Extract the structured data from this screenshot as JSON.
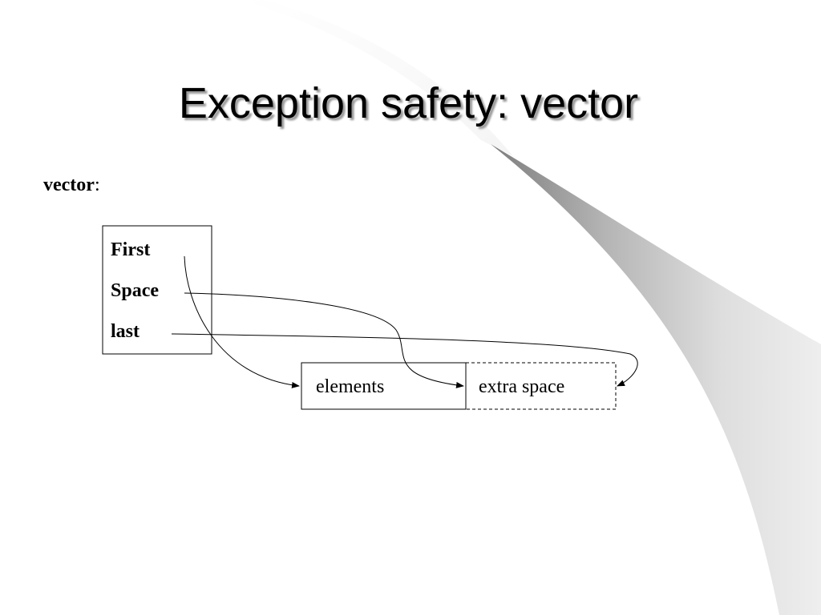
{
  "slide": {
    "title": "Exception safety: vector",
    "subtitle_bold": "vector",
    "subtitle_colon": ":"
  },
  "diagram": {
    "struct_fields": [
      "First",
      "Space",
      "last"
    ],
    "storage_cells": [
      "elements",
      "extra space"
    ]
  },
  "colors": {
    "swoosh_light": "#f2f2f2",
    "swoosh_dark": "#8c8c8c",
    "title_shadow": "#9a9a9a"
  }
}
